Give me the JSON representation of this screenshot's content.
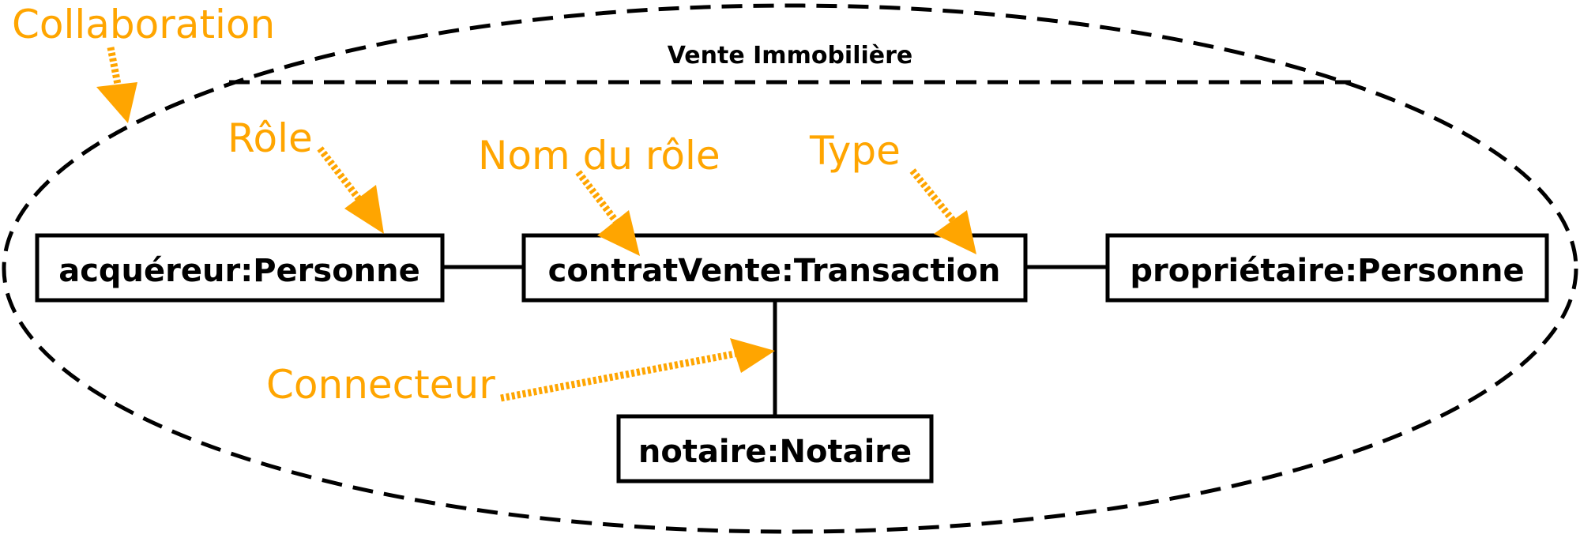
{
  "collaboration": {
    "name": "Vente Immobilière"
  },
  "roles": {
    "acquereur": "acquéreur:Personne",
    "contrat": "contratVente:Transaction",
    "proprietaire": "propriétaire:Personne",
    "notaire": "notaire:Notaire"
  },
  "annotations": {
    "collaboration": "Collaboration",
    "role": "Rôle",
    "nom_du_role": "Nom du rôle",
    "type": "Type",
    "connecteur": "Connecteur"
  },
  "colors": {
    "annotation": "#FFA500",
    "line": "#000000",
    "background": "#FFFFFF"
  }
}
